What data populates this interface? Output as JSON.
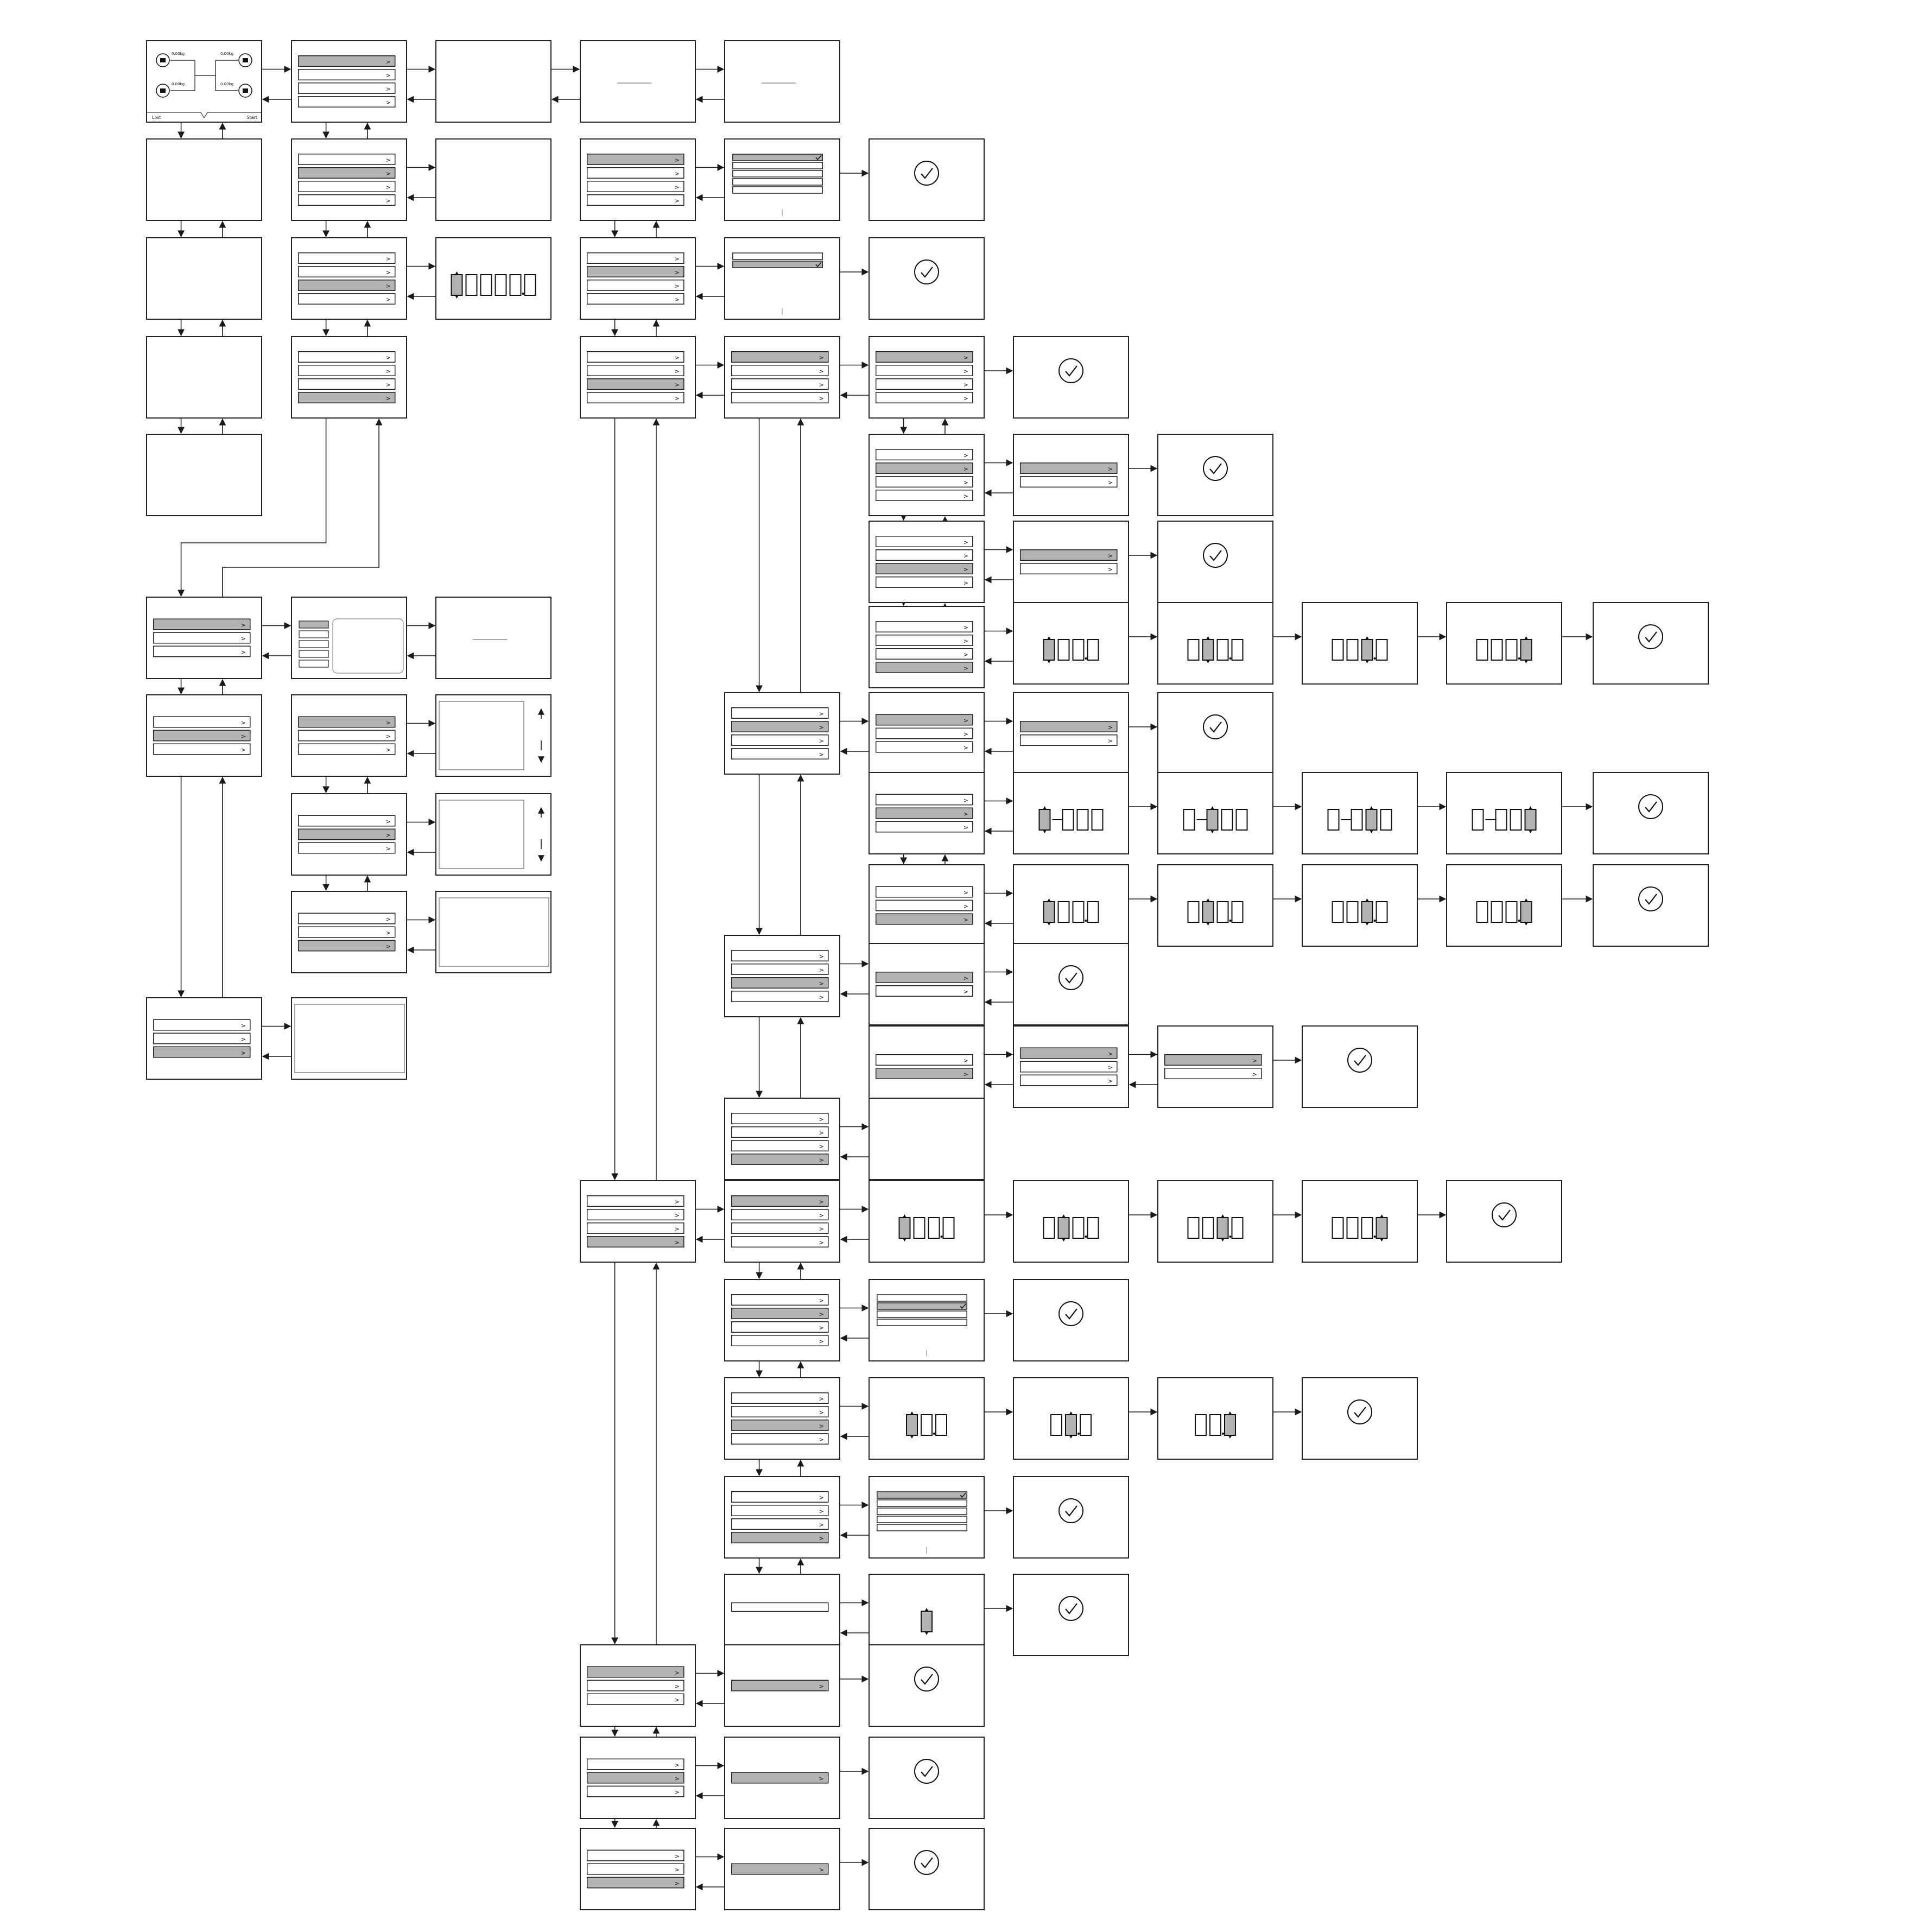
{
  "diagram": {
    "title": "Menu navigation flow",
    "home_screen": {
      "bottom_left_label": "Lost",
      "bottom_right_label": "Start",
      "node_labels": [
        "0.00kg",
        "0.00kg",
        "0.00kg",
        "0.00kg"
      ]
    },
    "menu_row_glyph": ">",
    "colors": {
      "line": "#1a1a1a",
      "highlight": "#b3b3b3",
      "frame": "#222222"
    },
    "screen_kinds": [
      "home",
      "menu",
      "blank",
      "title",
      "list",
      "confirm",
      "digits",
      "dashed_digits",
      "scroll",
      "inset",
      "input",
      "mini_list"
    ]
  }
}
